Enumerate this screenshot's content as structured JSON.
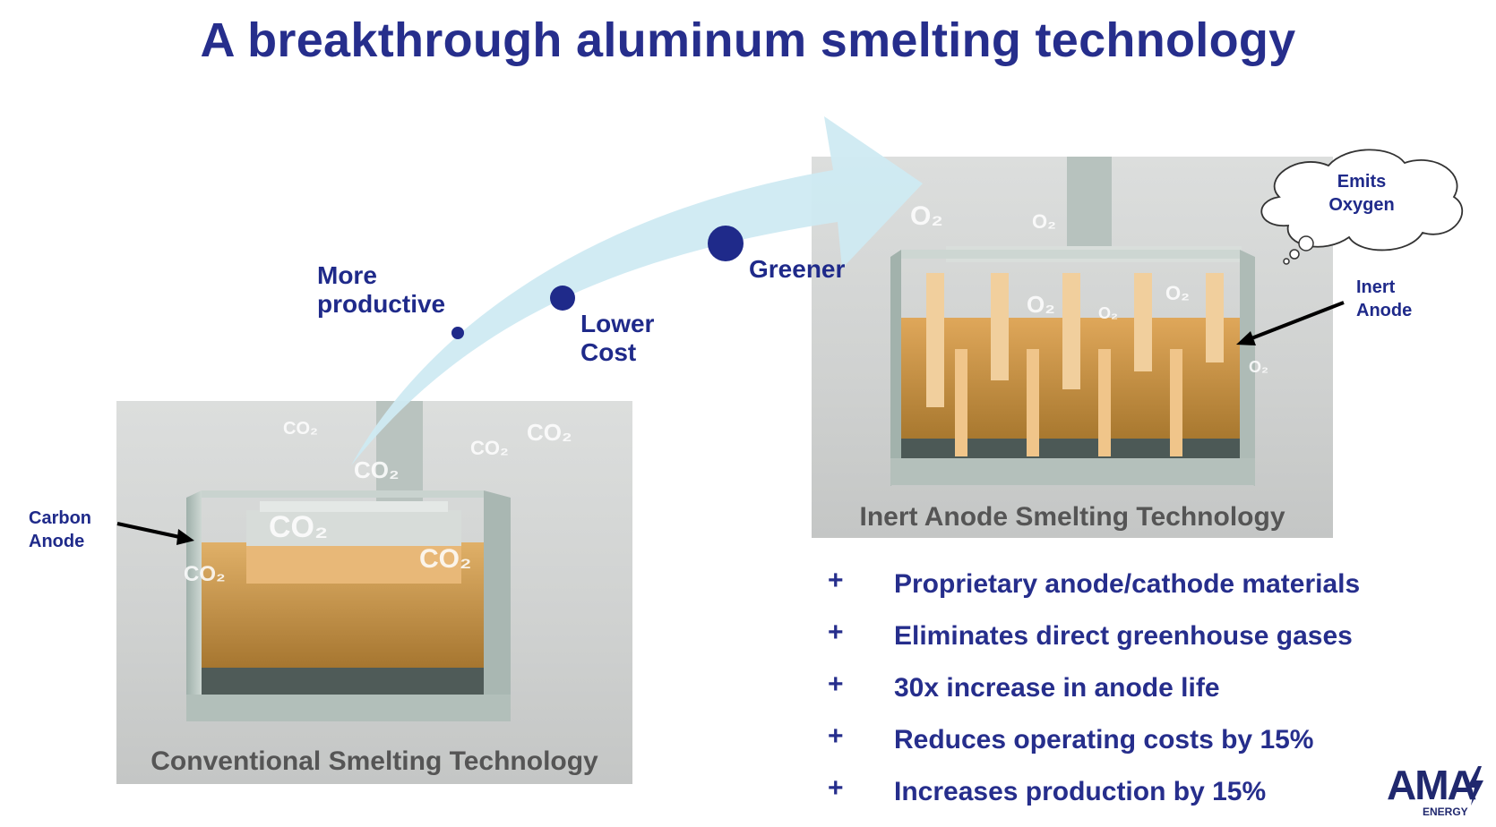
{
  "title": "A breakthrough aluminum smelting technology",
  "arrow_labels": {
    "more_productive": [
      "More",
      "productive"
    ],
    "lower_cost": [
      "Lower",
      "Cost"
    ],
    "greener": "Greener"
  },
  "left_panel": {
    "caption": "Conventional Smelting Technology",
    "pointer_label": [
      "Carbon",
      "Anode"
    ],
    "gas_label": "CO₂"
  },
  "right_panel": {
    "caption": "Inert Anode Smelting Technology",
    "pointer_label": [
      "Inert",
      "Anode"
    ],
    "cloud_label": [
      "Emits",
      "Oxygen"
    ],
    "gas_label": "O₂"
  },
  "benefits": [
    "Proprietary anode/cathode materials",
    "Eliminates direct greenhouse gases",
    "30x increase in anode life",
    "Reduces operating costs by 15%",
    "Increases production by 15%"
  ],
  "bullet_symbol": "+",
  "logo": {
    "main": "AMA",
    "sub": "ENERGY"
  },
  "colors": {
    "navy": "#262e8c",
    "arrow": "#cde9f0",
    "bath": "#d9a55a"
  }
}
